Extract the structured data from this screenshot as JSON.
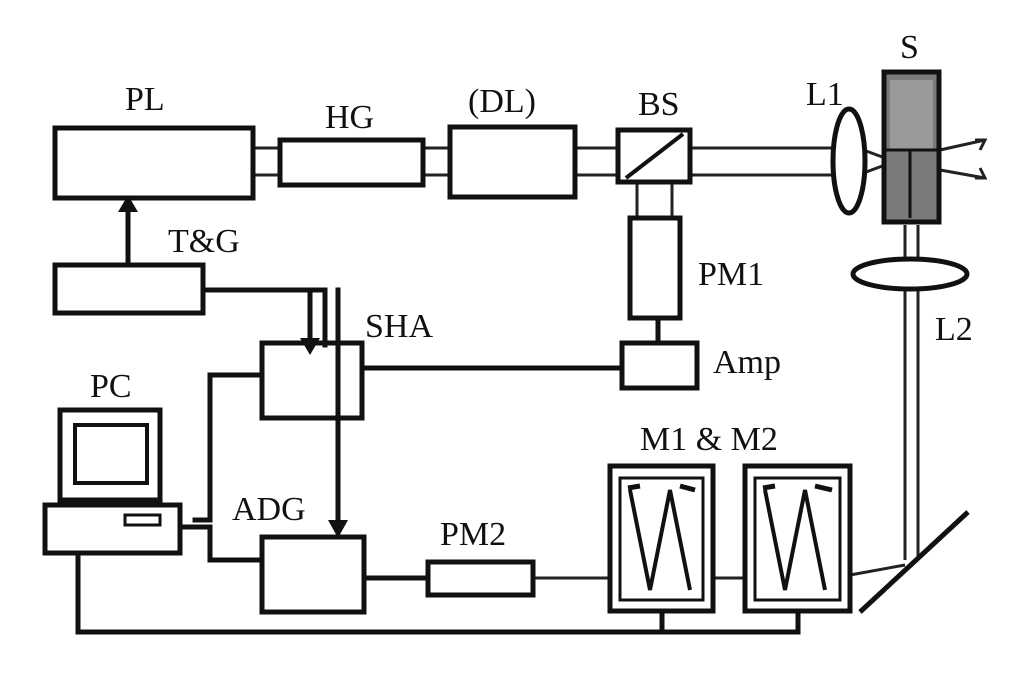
{
  "components": {
    "pl": "PL",
    "hg": "HG",
    "dl": "(DL)",
    "bs": "BS",
    "l1": "L1",
    "s": "S",
    "tg": "T&G",
    "pm1": "PM1",
    "l2": "L2",
    "sha": "SHA",
    "amp": "Amp",
    "pc": "PC",
    "m1m2": "M1 & M2",
    "adg": "ADG",
    "pm2": "PM2"
  },
  "colors": {
    "line": "#111111",
    "sample_fill": "#7a7a7a",
    "background": "#ffffff"
  }
}
